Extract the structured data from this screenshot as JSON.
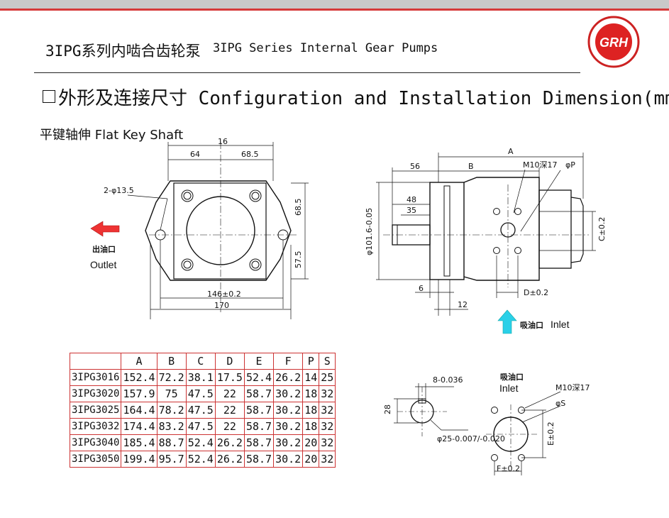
{
  "header": {
    "title_cn": "3IPG系列内啮合齿轮泵",
    "title_en": "3IPG Series Internal Gear Pumps",
    "logo_text": "GRH"
  },
  "section": {
    "title": "外形及连接尺寸 Configuration and Installation Dimension(mm)",
    "subtitle": "平键轴伸 Flat Key Shaft"
  },
  "front_view": {
    "dim_16": "16",
    "dim_64": "64",
    "dim_68_5": "68.5",
    "dim_holes": "2-φ13.5",
    "dim_68_5_v": "68.5",
    "dim_57_5": "57.5",
    "dim_146": "146±0.2",
    "dim_170": "170",
    "outlet_cn": "出油口",
    "outlet_en": "Outlet"
  },
  "side_view": {
    "dim_A": "A",
    "dim_B": "B",
    "dim_56": "56",
    "dim_m10": "M10深17",
    "dim_phiP": "φP",
    "dim_48": "48",
    "dim_35": "35",
    "dim_dia101": "φ101.6-0.05",
    "dim_C": "C±0.2",
    "dim_6": "6",
    "dim_12": "12",
    "dim_D": "D±0.2",
    "inlet_cn": "吸油口",
    "inlet_en": "Inlet"
  },
  "shaft_detail": {
    "dim_key": "8-0.036",
    "dim_28": "28",
    "dim_dia25": "φ25-0.007/-0.020"
  },
  "inlet_detail": {
    "label_cn": "吸油口",
    "label_en": "Inlet",
    "dim_m10": "M10深17",
    "dim_phiS": "φS",
    "dim_E": "E±0.2",
    "dim_F": "F±0.2"
  },
  "table": {
    "headers": [
      "",
      "A",
      "B",
      "C",
      "D",
      "E",
      "F",
      "P",
      "S"
    ],
    "rows": [
      [
        "3IPG3016",
        "152.4",
        "72.2",
        "38.1",
        "17.5",
        "52.4",
        "26.2",
        "14",
        "25"
      ],
      [
        "3IPG3020",
        "157.9",
        "75",
        "47.5",
        "22",
        "58.7",
        "30.2",
        "18",
        "32"
      ],
      [
        "3IPG3025",
        "164.4",
        "78.2",
        "47.5",
        "22",
        "58.7",
        "30.2",
        "18",
        "32"
      ],
      [
        "3IPG3032",
        "174.4",
        "83.2",
        "47.5",
        "22",
        "58.7",
        "30.2",
        "18",
        "32"
      ],
      [
        "3IPG3040",
        "185.4",
        "88.7",
        "52.4",
        "26.2",
        "58.7",
        "30.2",
        "20",
        "32"
      ],
      [
        "3IPG3050",
        "199.4",
        "95.7",
        "52.4",
        "26.2",
        "58.7",
        "30.2",
        "20",
        "32"
      ]
    ]
  },
  "colors": {
    "accent_red": "#d63a3a",
    "table_border": "#cc3333",
    "arrow_cyan": "#2ad0e8"
  }
}
